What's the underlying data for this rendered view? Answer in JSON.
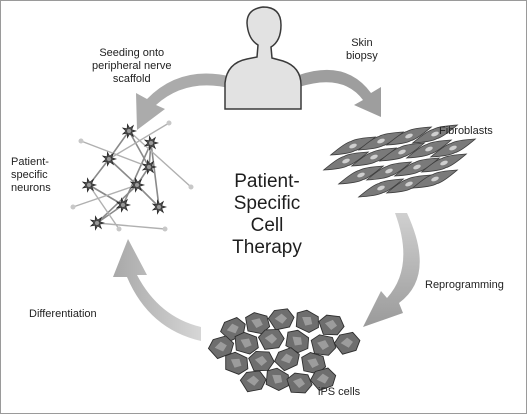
{
  "title_lines": [
    "Patient-",
    "Specific",
    "Cell",
    "Therapy"
  ],
  "labels": {
    "seeding": [
      "Seeding onto",
      "peripheral nerve",
      "scaffold"
    ],
    "skin": [
      "Skin",
      "biopsy"
    ],
    "fibroblasts": "Fibroblasts",
    "neurons": [
      "Patient-",
      "specific",
      "neurons"
    ],
    "reprogramming": "Reprogramming",
    "differentiation": "Differentiation",
    "ips": "iPS cells"
  }
}
